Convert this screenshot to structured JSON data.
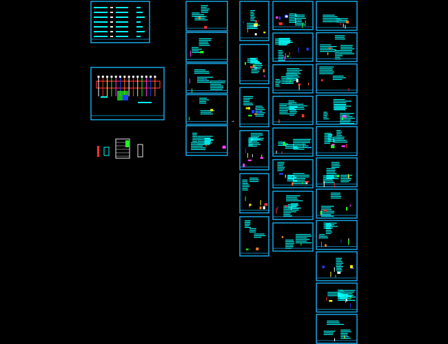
{
  "view": {
    "background": "#000000",
    "frame_color": "#18a8e8",
    "text_color": "#00ffff",
    "detail_colors": [
      "#ffffff",
      "#ff3030",
      "#ffff00",
      "#20ff20",
      "#ff40ff",
      "#2040ff",
      "#ff8020"
    ]
  },
  "flow_arrow": "→",
  "legend": {
    "rows": 7
  },
  "columns": [
    {
      "id": "col-1",
      "sheet_count": 5
    },
    {
      "id": "col-2",
      "sheet_count": 6
    },
    {
      "id": "col-3",
      "sheet_count": 8
    },
    {
      "id": "col-4",
      "sheet_count": 11
    }
  ]
}
